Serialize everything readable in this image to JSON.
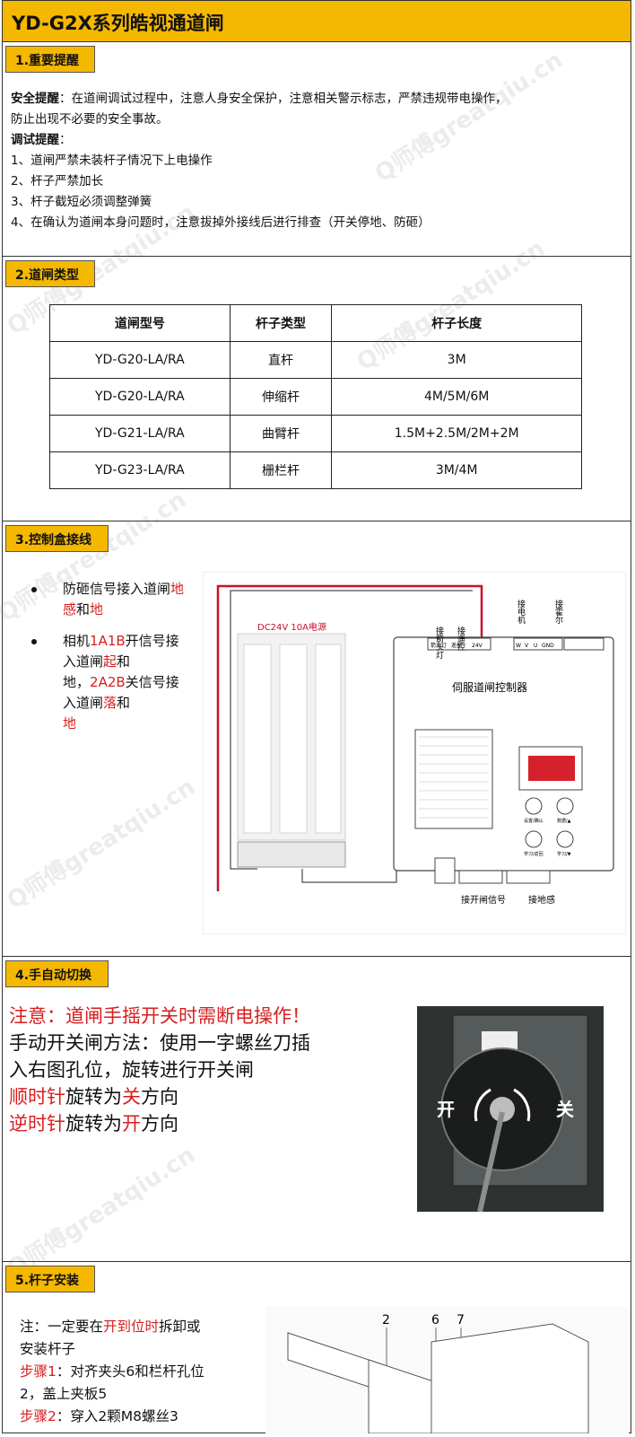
{
  "title": "YD-G2X系列皓视通道闸",
  "sections": {
    "s1": {
      "header": "1.重要提醒",
      "safety_label": "安全提醒",
      "safety_text_1": "：在道闸调试过程中，注意人身安全保护，注意相关警示标志，严禁违规带电操作，",
      "safety_text_2": "防止出现不必要的安全事故。",
      "debug_label": "调试提醒",
      "debug_colon": "：",
      "items": [
        "1、道闸严禁未装杆子情况下上电操作",
        "2、杆子严禁加长",
        "3、杆子截短必须调整弹簧",
        "4、在确认为道闸本身问题时，注意拔掉外接线后进行排查（开关停地、防砸）"
      ]
    },
    "s2": {
      "header": "2.道闸类型",
      "columns": [
        "道闸型号",
        "杆子类型",
        "杆子长度"
      ],
      "rows": [
        [
          "YD-G20-LA/RA",
          "直杆",
          "3M"
        ],
        [
          "YD-G20-LA/RA",
          "伸缩杆",
          "4M/5M/6M"
        ],
        [
          "YD-G21-LA/RA",
          "曲臂杆",
          "1.5M+2.5M/2M+2M"
        ],
        [
          "YD-G23-LA/RA",
          "栅栏杆",
          "3M/4M"
        ]
      ]
    },
    "s3": {
      "header": "3.控制盒接线",
      "bullet1": {
        "a": "防砸信号接入道",
        "b": "闸",
        "c": "地感",
        "d": "和",
        "e": "地"
      },
      "bullet2": {
        "a": "相机",
        "b": "1A1B",
        "c": "开信",
        "d": "号接入道闸",
        "e": "起",
        "f": "和",
        "g": "地",
        "h": "，",
        "i": "2A2B",
        "j": "关信",
        "k": "号接入道闸",
        "l": "落",
        "m": "和",
        "n": "地"
      },
      "diagram": {
        "psu_label": "DC24V 10A电源",
        "controller_title": "伺服道闸控制器",
        "label_light": "接箭头灯",
        "label_remote": "接遥控",
        "label_motor": "接电机",
        "label_encoder": "接霍尔",
        "term_light": "箭头灯",
        "term_remote": "遥控",
        "term_24v": "24V",
        "term_gnd": "GND",
        "term_w": "W",
        "term_v": "V",
        "term_u": "U",
        "bottom_signal": "接开闸信号",
        "bottom_ground": "接地感",
        "btn_set": "设置/确认",
        "btn_up": "数据/▲",
        "btn_learn": "学习/返回",
        "btn_down": "学习/▼"
      }
    },
    "s4": {
      "header": "4.手自动切换",
      "line1": "注意：道闸手摇开关时需断电操作！",
      "line2": "手动开关闸方法：使用一字螺丝刀插",
      "line3": "入右图孔位，旋转进行开关闸",
      "line4_red": "顺时针",
      "line4_a": "旋转为",
      "line4_b": "关",
      "line4_c": "方向",
      "line5_red": "逆时针",
      "line5_a": "旋转为",
      "line5_b": "开",
      "line5_c": "方向",
      "photo_open": "开",
      "photo_close": "关"
    },
    "s5": {
      "header": "5.杆子安装",
      "note_a": "注：一定要在",
      "note_b": "开到位时",
      "note_c": "拆卸或",
      "note_d": "安装杆子",
      "step1_label": "步骤1",
      "step1_a": "：对齐夹头6和栏杆孔位",
      "step1_b": "2，盖上夹板5",
      "step2_label": "步骤2",
      "step2_a": "：穿入2颗M8螺丝3",
      "callouts": [
        "2",
        "6",
        "7"
      ]
    }
  },
  "watermark": "Q师傅greatqiu.cn",
  "colors": {
    "accent": "#f5b800",
    "red": "#d81e1e"
  }
}
